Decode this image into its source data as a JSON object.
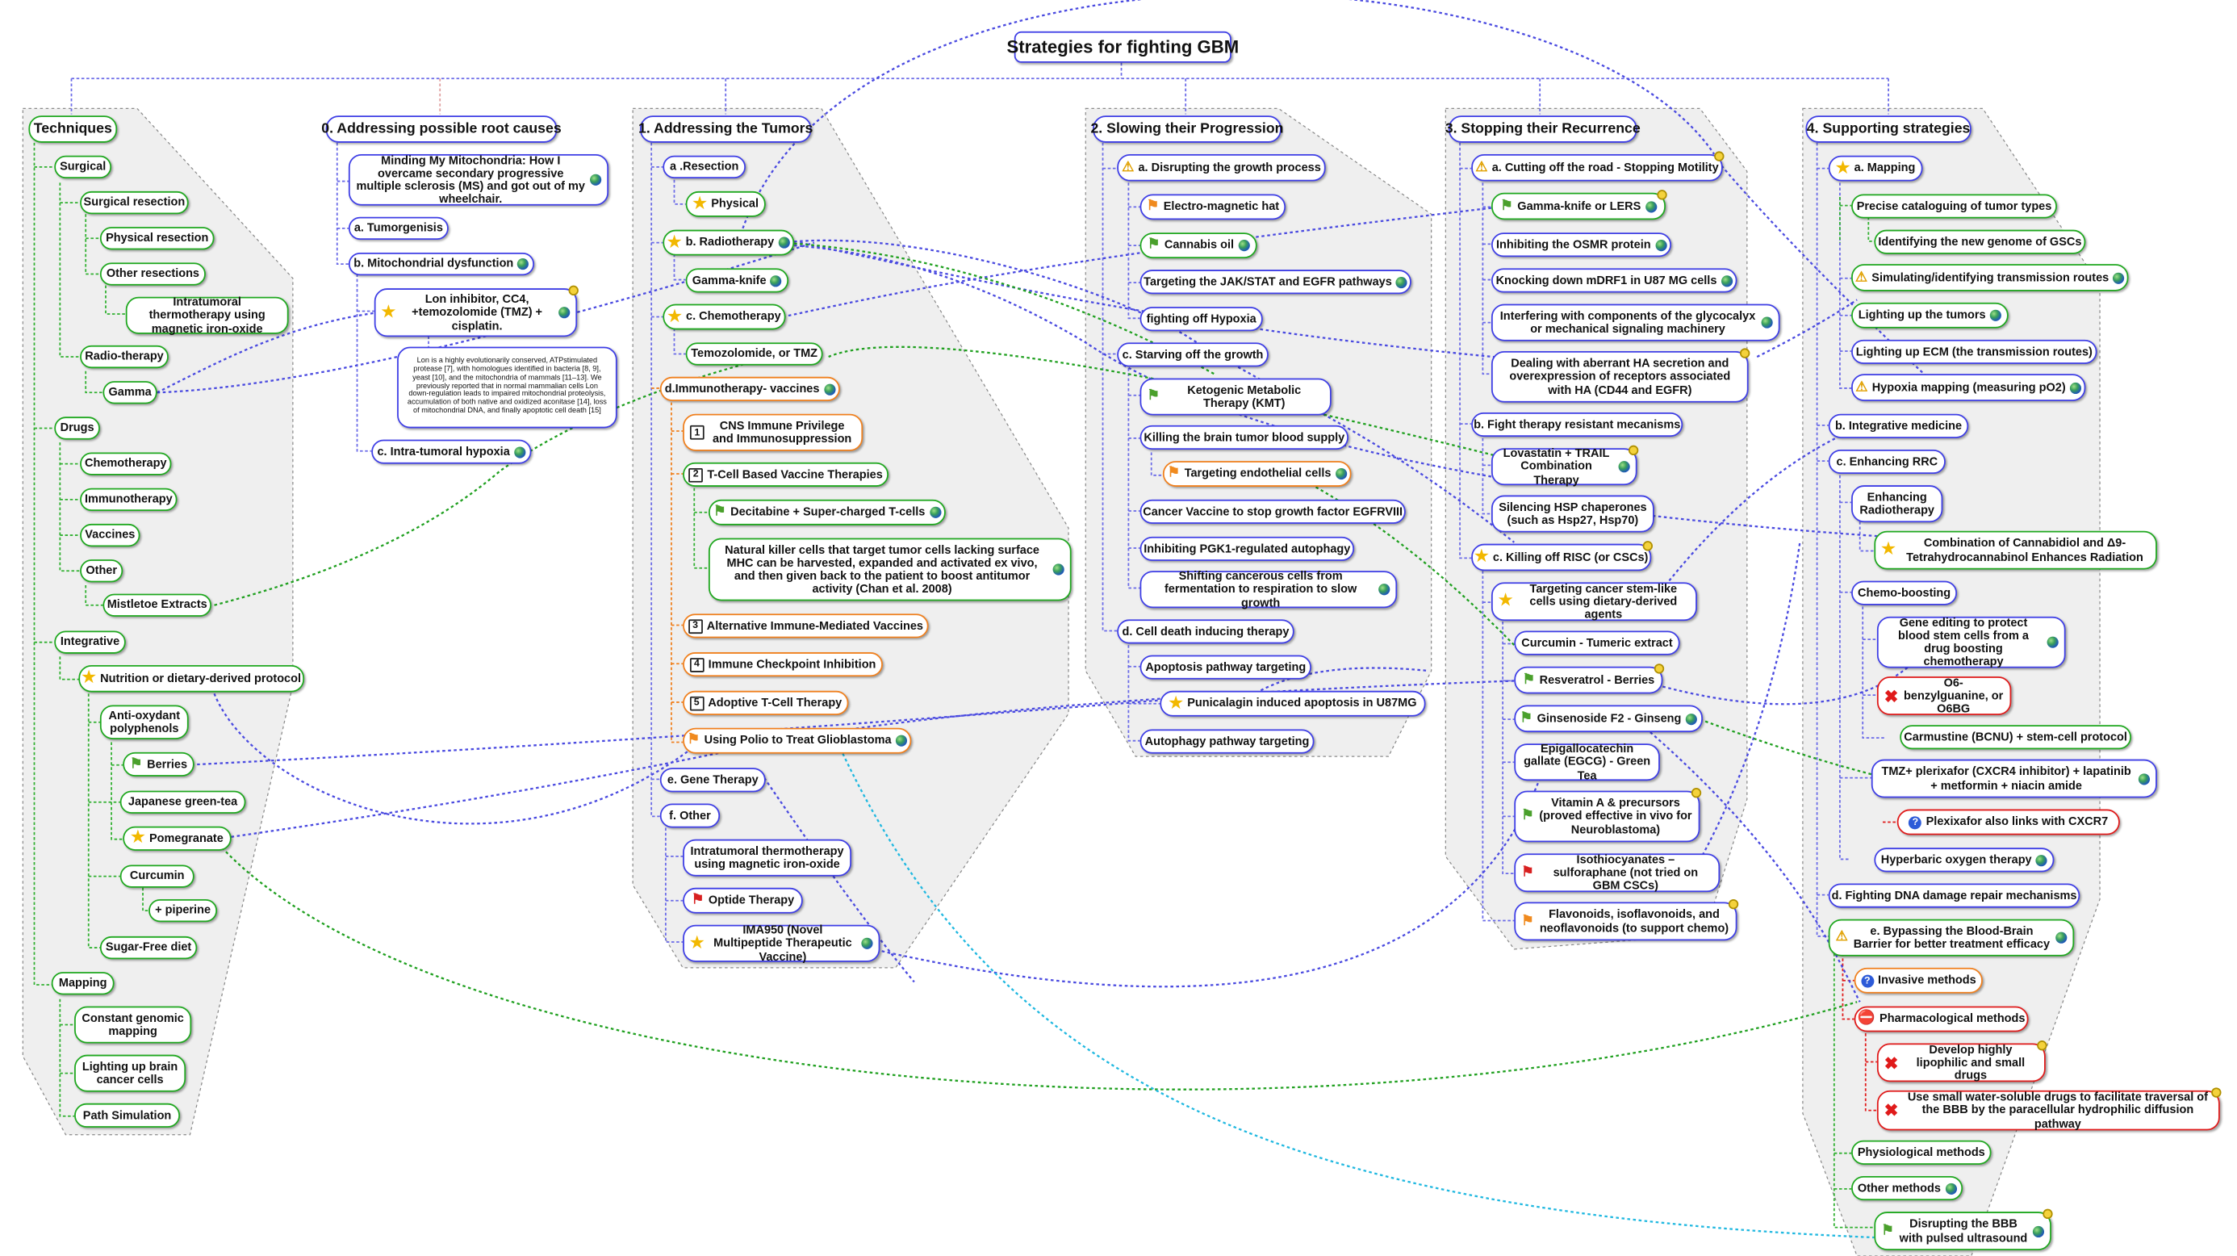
{
  "title": "Strategies for fighting GBM",
  "colors": {
    "blue_border": "#3e3ee6",
    "green_border": "#1fa81f",
    "orange_border": "#f0801e",
    "red_border": "#e01a1a",
    "group_fill": "#efefef",
    "link_blue": "#4040e0",
    "link_green": "#20a020",
    "link_cyan": "#20b8e0"
  },
  "branches": {
    "techniques": {
      "title": "Techniques",
      "surgical": "Surgical",
      "surgical_resection": "Surgical resection",
      "physical_resection": "Physical resection",
      "other_resections": "Other resections",
      "intratumoral": "Intratumoral thermotherapy using magnetic iron-oxide",
      "radio_therapy": "Radio-therapy",
      "gamma": "Gamma",
      "drugs": "Drugs",
      "chemotherapy": "Chemotherapy",
      "immunotherapy": "Immunotherapy",
      "vaccines": "Vaccines",
      "other": "Other",
      "mistletoe": "Mistletoe Extracts",
      "integrative": "Integrative",
      "nutrition": "Nutrition or dietary-derived protocol",
      "antioxydant": "Anti-oxydant polyphenols",
      "berries": "Berries",
      "japanese_tea": "Japanese green-tea",
      "pomegranate": "Pomegranate",
      "curcumin": "Curcumin",
      "piperine": "+ piperine",
      "sugar_free": "Sugar-Free diet",
      "mapping": "Mapping",
      "constant_genomic": "Constant genomic mapping",
      "lighting_brain": "Lighting up brain cancer cells",
      "path_simulation": "Path Simulation"
    },
    "root_causes": {
      "title": "0. Addressing possible root causes",
      "minding": "Minding My Mitochondria: How I overcame secondary progressive multiple sclerosis (MS) and got out of my wheelchair.",
      "tumorgenisis": "a. Tumorgenisis",
      "mito_dysfunction": "b. Mitochondrial dysfunction",
      "lon_inhibitor": "Lon inhibitor, CC4, +temozolomide (TMZ) + cisplatin.",
      "lon_note": "Lon is a highly evolutionarily conserved, ATPstimulated protease [7], with homologues identified in bacteria [8, 9], yeast [10], and the mitochondria of mammals [11–13]. We previously reported that in normal mammalian cells Lon down-regulation leads to impaired mitochondrial proteolysis, accumulation of both native and oxidized aconitase [14], loss of mitochondrial DNA, and finally apoptotic cell death [15]",
      "hypoxia": "c. Intra-tumoral hypoxia"
    },
    "tumors": {
      "title": "1. Addressing the Tumors",
      "resection": "a .Resection",
      "physical": "Physical",
      "radiotherapy": "b. Radiotherapy",
      "gamma_knife": "Gamma-knife",
      "chemotherapy": "c. Chemotherapy",
      "temozolomide": "Temozolomide, or TMZ",
      "immunotherapy_vaccines": "d.Immunotherapy- vaccines",
      "item1_num": "1",
      "item1": "CNS Immune Privilege and Immunosuppression",
      "item2_num": "2",
      "item2": "T-Cell Based Vaccine Therapies",
      "decitabine": "Decitabine + Super-charged T-cells",
      "natural_killer": "Natural killer cells that target tumor cells lacking surface MHC can be harvested, expanded and activated ex vivo, and then given back to the patient to boost antitumor activity (Chan et al. 2008)",
      "item3_num": "3",
      "item3": "Alternative Immune-Mediated Vaccines",
      "item4_num": "4",
      "item4": "Immune Checkpoint Inhibition",
      "item5_num": "5",
      "item5": "Adoptive T-Cell Therapy",
      "polio": "Using Polio to Treat Glioblastoma",
      "gene_therapy": "e. Gene Therapy",
      "f_other": "f. Other",
      "intratumoral": "Intratumoral thermotherapy using magnetic iron-oxide",
      "optide": "Optide Therapy",
      "ima950": "IMA950 (Novel Multipeptide Therapeutic Vaccine)"
    },
    "progression": {
      "title": "2. Slowing their Progression",
      "disrupting": "a. Disrupting the growth process",
      "electro_hat": "Electro-magnetic hat",
      "cannabis": "Cannabis oil",
      "jak_stat": "Targeting the JAK/STAT and EGFR pathways",
      "fighting_hypoxia": "fighting off Hypoxia",
      "starving": "c. Starving off the growth",
      "ketogenic": "Ketogenic Metabolic Therapy (KMT)",
      "killing_supply": "Killing the brain tumor blood supply",
      "endothelial": "Targeting endothelial cells",
      "cancer_vaccine": "Cancer Vaccine to stop growth factor EGFRVIII",
      "pgk1": "Inhibiting PGK1-regulated autophagy",
      "shifting": "Shifting cancerous cells from fermentation to respiration to slow growth",
      "cell_death": "d. Cell death inducing therapy",
      "apoptosis": "Apoptosis pathway targeting",
      "punicalagin": "Punicalagin induced apoptosis in U87MG",
      "autophagy": "Autophagy pathway targeting"
    },
    "recurrence": {
      "title": "3. Stopping their Recurrence",
      "cutting_road": "a. Cutting off the road - Stopping Motility",
      "gamma_lers": "Gamma-knife or LERS",
      "osmr": "Inhibiting the OSMR protein",
      "mdrf1": "Knocking down mDRF1 in U87 MG cells",
      "glycocalyx": "Interfering with components of the glycocalyx or mechanical signaling machinery",
      "aberrant_ha": "Dealing with aberrant HA secretion and overexpression of receptors associated with HA (CD44 and EGFR)",
      "fight_resistant": "b. Fight therapy resistant mecanisms",
      "lovastatin": "Lovastatin + TRAIL Combination Therapy",
      "silencing_hsp": "Silencing HSP chaperones (such as Hsp27, Hsp70)",
      "killing_risc": "c. Killing off RISC (or CSCs)",
      "targeting_stem": "Targeting cancer stem-like cells using dietary-derived agents",
      "curcumin": "Curcumin - Tumeric extract",
      "resveratrol": "Resveratrol - Berries",
      "ginsenoside": "Ginsenoside F2 - Ginseng",
      "egcg": "Epigallocatechin gallate (EGCG) - Green Tea",
      "vitamin_a": "Vitamin A & precursors (proved effective in vivo for Neuroblastoma)",
      "isothiocyanates": "Isothiocyanates – sulforaphane (not tried on GBM CSCs)",
      "flavonoids": "Flavonoids, isoflavonoids, and neoflavonoids (to support chemo)"
    },
    "supporting": {
      "title": "4. Supporting strategies",
      "mapping": "a. Mapping",
      "precise": "Precise cataloguing of tumor types",
      "identifying": "Identifying the new genome of GSCs",
      "simulating": "Simulating/identifying transmission routes",
      "lighting_tumors": "Lighting up the tumors",
      "lighting_ecm": "Lighting up ECM (the transmission routes)",
      "hypoxia_mapping": "Hypoxia mapping (measuring pO2)",
      "integrative": "b. Integrative medicine",
      "enhancing_rrc": "c. Enhancing RRC",
      "enhancing_radio": "Enhancing Radiotherapy",
      "cannabidiol": "Combination of Cannabidiol and Δ9-Tetrahydrocannabinol Enhances Radiation",
      "chemo_boosting": "Chemo-boosting",
      "gene_editing": "Gene editing to protect blood stem cells from a drug boosting chemotherapy",
      "o6": "O6-benzylguanine, or O6BG",
      "carmustine": "Carmustine (BCNU) + stem-cell protocol",
      "tmz_plerixafor": "TMZ+ plerixafor (CXCR4 inhibitor) + lapatinib + metformin + niacin amide",
      "plexixafor": "Plexixafor also links with CXCR7",
      "hyperbaric": "Hyperbaric oxygen therapy",
      "dna_damage": "d. Fighting DNA damage repair mechanisms",
      "bypassing": "e. Bypassing the Blood-Brain Barrier for better treatment efficacy",
      "invasive": "Invasive methods",
      "pharmacological": "Pharmacological methods",
      "lipophilic": "Develop highly lipophilic and small drugs",
      "water_soluble": "Use small water-soluble drugs to facilitate traversal of the BBB by the paracellular hydrophilic diffusion pathway",
      "physiological": "Physiological methods",
      "other_methods": "Other methods",
      "disrupting_bbb": "Disrupting the BBB with pulsed ultrasound"
    }
  }
}
